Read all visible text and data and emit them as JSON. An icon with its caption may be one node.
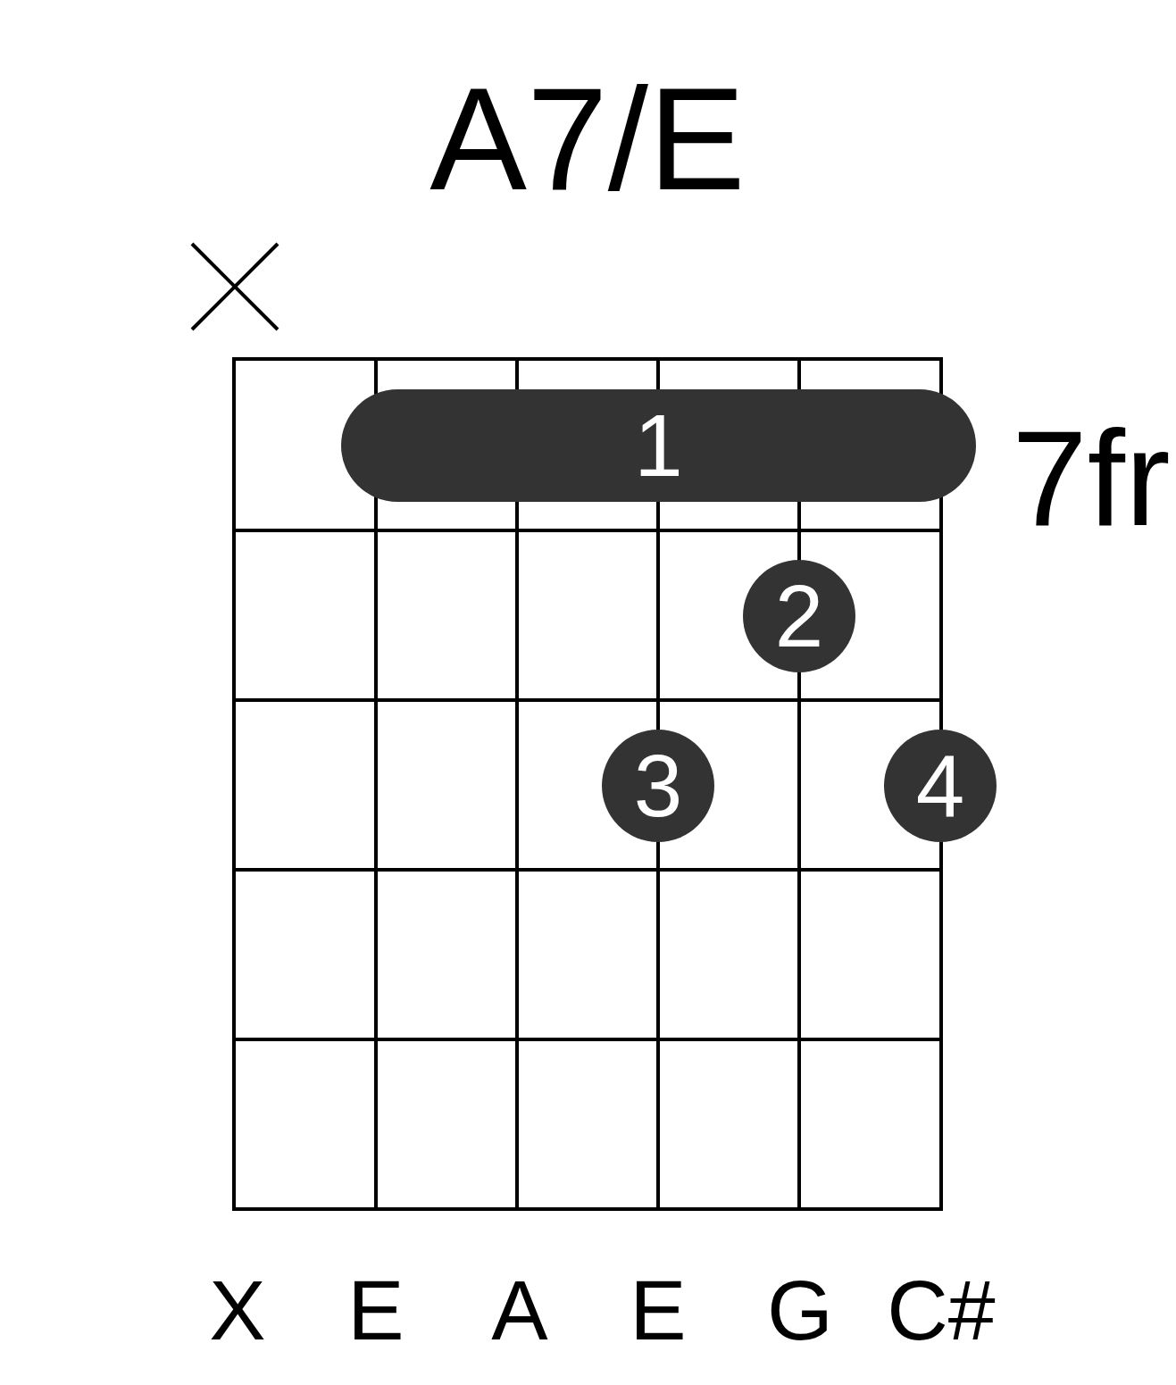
{
  "diagram": {
    "title": "A7/E",
    "nodes": [
      {
        "text": [
          "1"
        ]
      },
      {
        "text": [
          "2"
        ]
      },
      {
        "text": [
          "3"
        ]
      },
      {
        "text": [
          "4"
        ]
      }
    ],
    "labels": [
      "7fr",
      "X",
      "E",
      "A",
      "E",
      "G",
      "C#"
    ]
  }
}
